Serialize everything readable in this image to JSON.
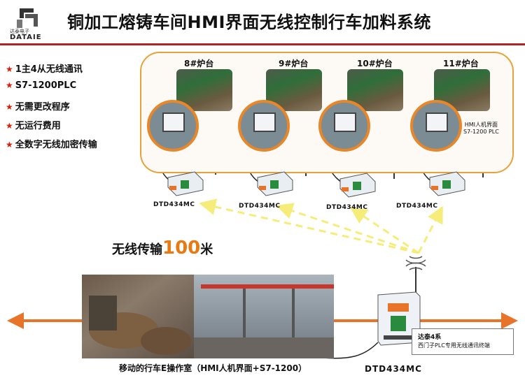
{
  "header": {
    "logo_text": "达泰电子",
    "logo_brand": "DATAIE",
    "title": "铜加工熔铸车间HMI界面无线控制行车加料系统"
  },
  "features": [
    {
      "icon": "star-icon",
      "text": "1主4从无线通讯"
    },
    {
      "icon": "star-icon",
      "text": "S7-1200PLC"
    },
    {
      "icon": "star-icon",
      "text": "无需更改程序"
    },
    {
      "icon": "star-icon",
      "text": "无运行费用"
    },
    {
      "icon": "star-icon",
      "text": "全数字无线加密传输"
    }
  ],
  "furnaces": [
    {
      "label": "8#炉台",
      "device": "DTD434MC"
    },
    {
      "label": "9#炉台",
      "device": "DTD434MC"
    },
    {
      "label": "10#炉台",
      "device": "DTD434MC"
    },
    {
      "label": "11#炉台",
      "device": "DTD434MC"
    }
  ],
  "hmi_note": {
    "line1": "HMI人机界面",
    "line2": "S7-1200 PLC"
  },
  "range": {
    "prefix": "无线传输",
    "value": "100",
    "unit": "米"
  },
  "cab": {
    "label": "移动的行车E操作室（HMI人机界面+S7-1200）"
  },
  "master": {
    "device": "DTD434MC",
    "callout_line1": "达泰4系",
    "callout_line2": "西门子PLC专用无线通讯终端"
  },
  "colors": {
    "accent": "#e87a13",
    "frame": "#e8a23a",
    "star": "#d81e06",
    "signal": "#f5ec7a"
  }
}
